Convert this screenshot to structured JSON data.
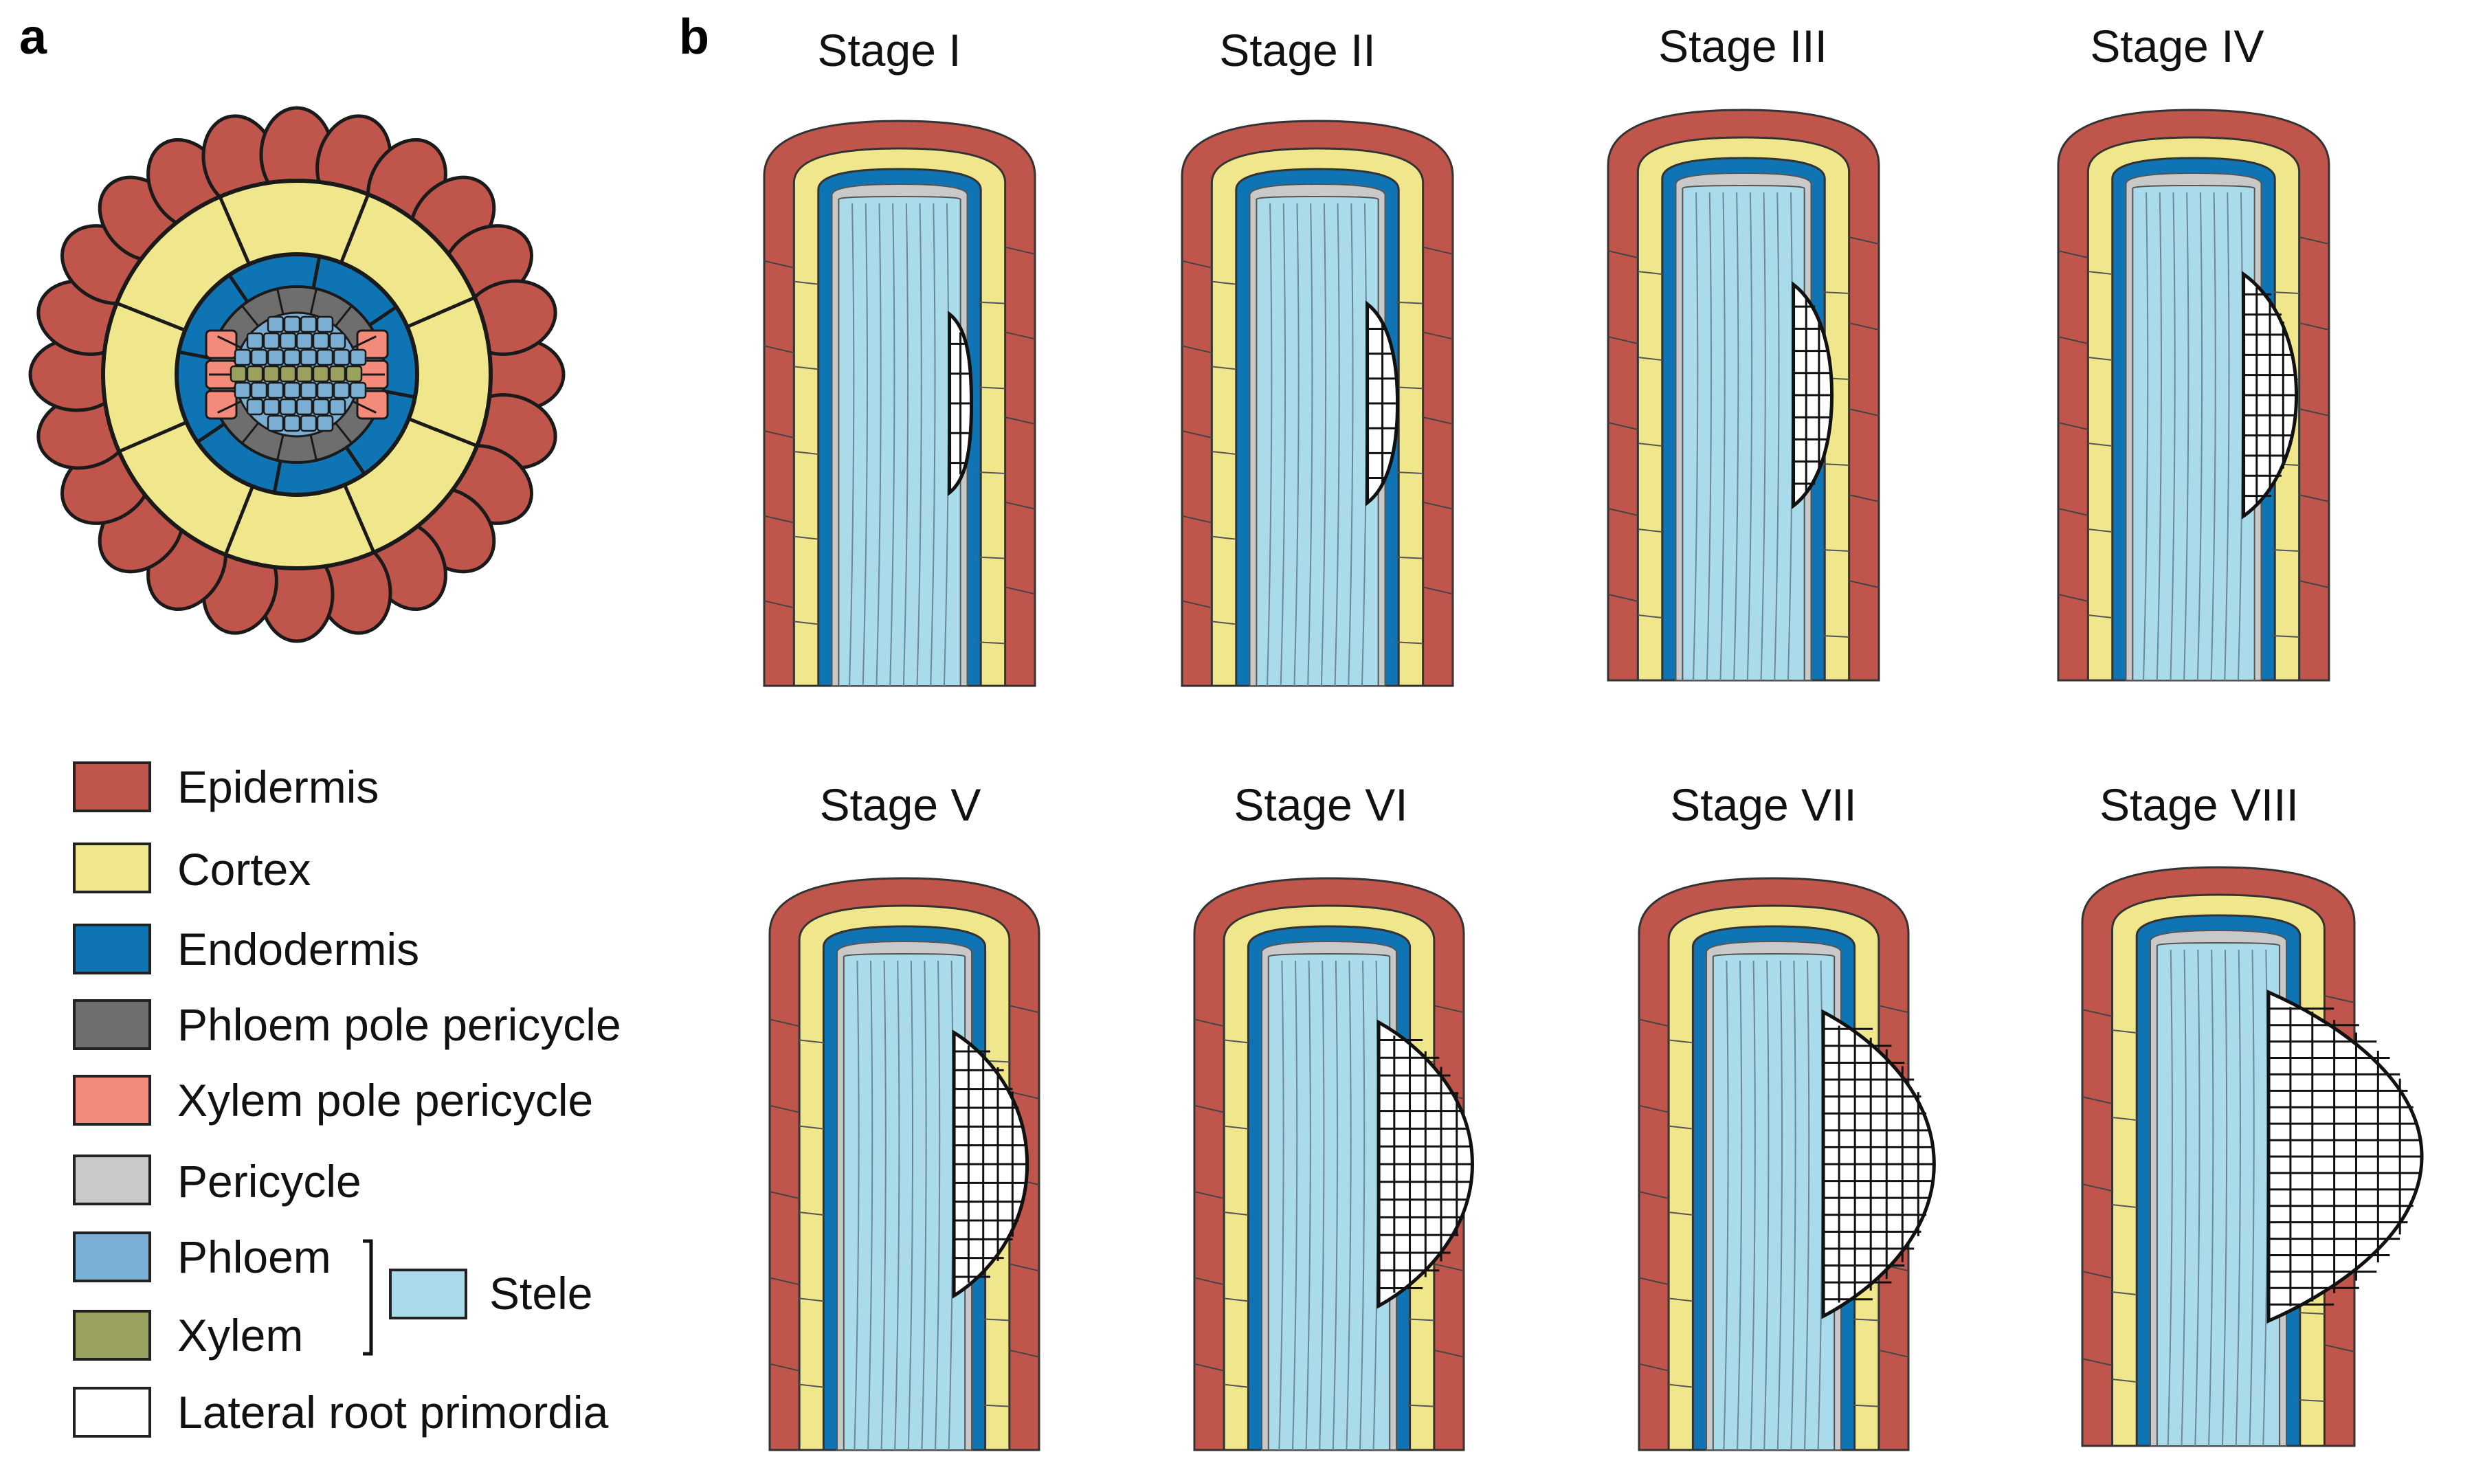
{
  "panels": {
    "a": "a",
    "b": "b"
  },
  "colors": {
    "epidermis": "#c0564b",
    "cortex": "#f0e68c",
    "endodermis": "#0f74b4",
    "phloem_pole_pericycle": "#6e6e6e",
    "xylem_pole_pericycle": "#f48a7a",
    "pericycle": "#c9c9c9",
    "phloem": "#7aaed3",
    "xylem": "#9aa15e",
    "stele": "#a9dbea",
    "lateral_root_primordia": "#ffffff"
  },
  "legend": [
    {
      "key": "epidermis",
      "label": "Epidermis"
    },
    {
      "key": "cortex",
      "label": "Cortex"
    },
    {
      "key": "endodermis",
      "label": "Endodermis"
    },
    {
      "key": "phloem_pole_pericycle",
      "label": "Phloem pole pericycle"
    },
    {
      "key": "xylem_pole_pericycle",
      "label": "Xylem pole pericycle"
    },
    {
      "key": "pericycle",
      "label": "Pericycle"
    },
    {
      "key": "phloem",
      "label": "Phloem"
    },
    {
      "key": "xylem",
      "label": "Xylem"
    },
    {
      "key": "lateral_root_primordia",
      "label": "Lateral root primordia"
    }
  ],
  "stele_label": "Stele",
  "stages": [
    "Stage I",
    "Stage II",
    "Stage III",
    "Stage IV",
    "Stage V",
    "Stage VI",
    "Stage VII",
    "Stage VIII"
  ]
}
